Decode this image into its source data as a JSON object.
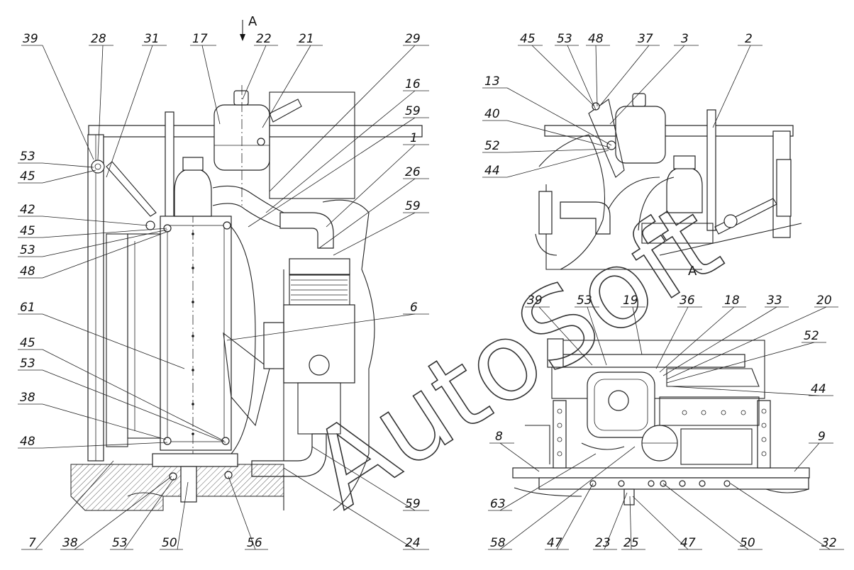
{
  "view_label": "A",
  "watermark": "AutoSoft",
  "left_view": {
    "callouts": [
      "39",
      "28",
      "31",
      "17",
      "22",
      "21",
      "29",
      "16",
      "59",
      "1",
      "26",
      "59",
      "53",
      "45",
      "42",
      "45",
      "53",
      "48",
      "61",
      "6",
      "45",
      "53",
      "38",
      "48",
      "7",
      "38",
      "53",
      "50",
      "56",
      "59",
      "24"
    ]
  },
  "top_right_view": {
    "callouts": [
      "45",
      "53",
      "48",
      "37",
      "3",
      "2",
      "13",
      "40",
      "52",
      "44"
    ]
  },
  "view_a": {
    "callouts": [
      "39",
      "53",
      "19",
      "36",
      "18",
      "33",
      "20",
      "52",
      "44",
      "8",
      "9",
      "63",
      "58",
      "47",
      "23",
      "25",
      "47",
      "50",
      "32"
    ]
  },
  "colors": {
    "ink": "#111111",
    "paper": "#ffffff"
  }
}
